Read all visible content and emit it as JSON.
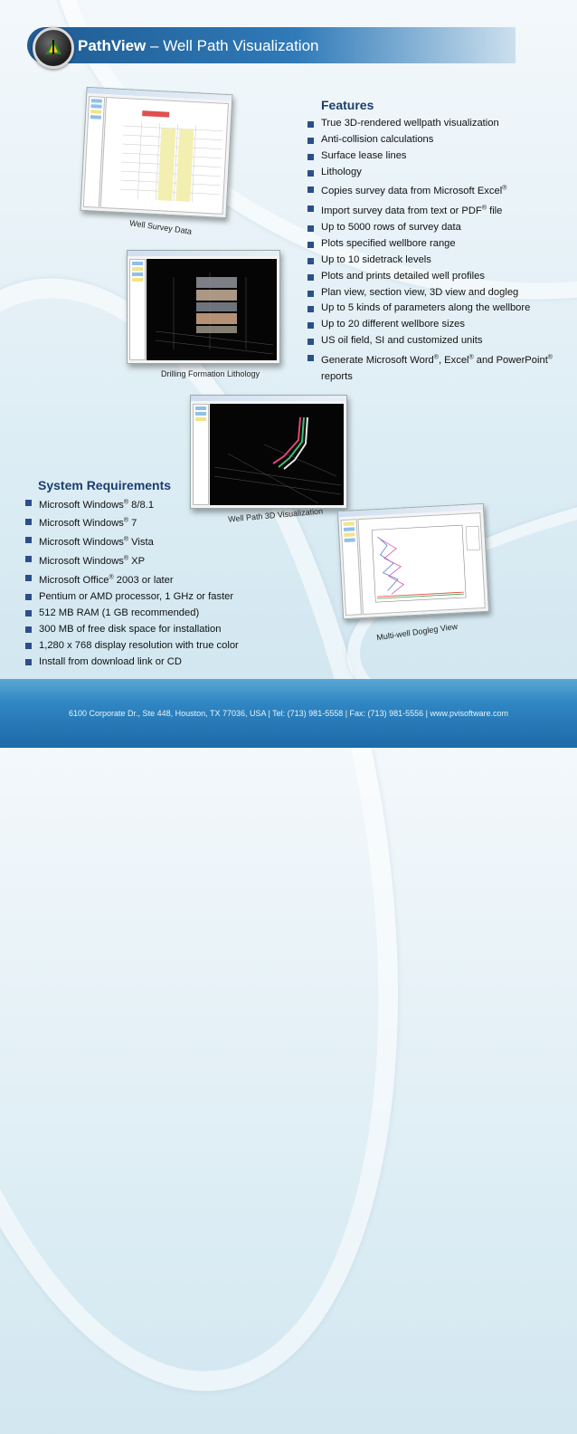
{
  "header": {
    "title_bold": "PathView",
    "title_rest": "– Well Path Visualization"
  },
  "screenshots": [
    {
      "caption": "Well Survey Data"
    },
    {
      "caption": "Drilling Formation Lithology"
    },
    {
      "caption": "Well Path 3D Visualization"
    },
    {
      "caption": "Multi-well Dogleg View"
    }
  ],
  "features": {
    "title": "Features",
    "items": [
      "True 3D-rendered wellpath visualization",
      "Anti-collision calculations",
      "Surface lease lines",
      "Lithology",
      "Copies survey data from Microsoft Excel®",
      "Import survey data from text or PDF® file",
      "Up to 5000 rows of survey data",
      "Plots specified wellbore range",
      "Up to 10 sidetrack levels",
      "Plots and prints detailed well profiles",
      "Plan view, section view, 3D view and dogleg",
      "Up to 5 kinds of parameters along the wellbore",
      "Up to 20 different wellbore sizes",
      "US oil field, SI and customized units",
      "Generate Microsoft Word®, Excel® and PowerPoint® reports"
    ]
  },
  "system_requirements": {
    "title": "System Requirements",
    "items": [
      "Microsoft Windows® 8/8.1",
      "Microsoft Windows® 7",
      "Microsoft Windows® Vista",
      "Microsoft Windows® XP",
      "Microsoft Office® 2003 or later",
      "Pentium or AMD processor, 1 GHz or faster",
      "512 MB RAM (1 GB recommended)",
      "300 MB of free disk space for installation",
      "1,280 x 768 display resolution with true color",
      "Install from download link or CD"
    ]
  },
  "footer": {
    "text": "6100 Corporate Dr., Ste 448, Houston, TX 77036, USA | Tel: (713) 981-5558 | Fax: (713) 981-5556 | www.pvisoftware.com"
  }
}
